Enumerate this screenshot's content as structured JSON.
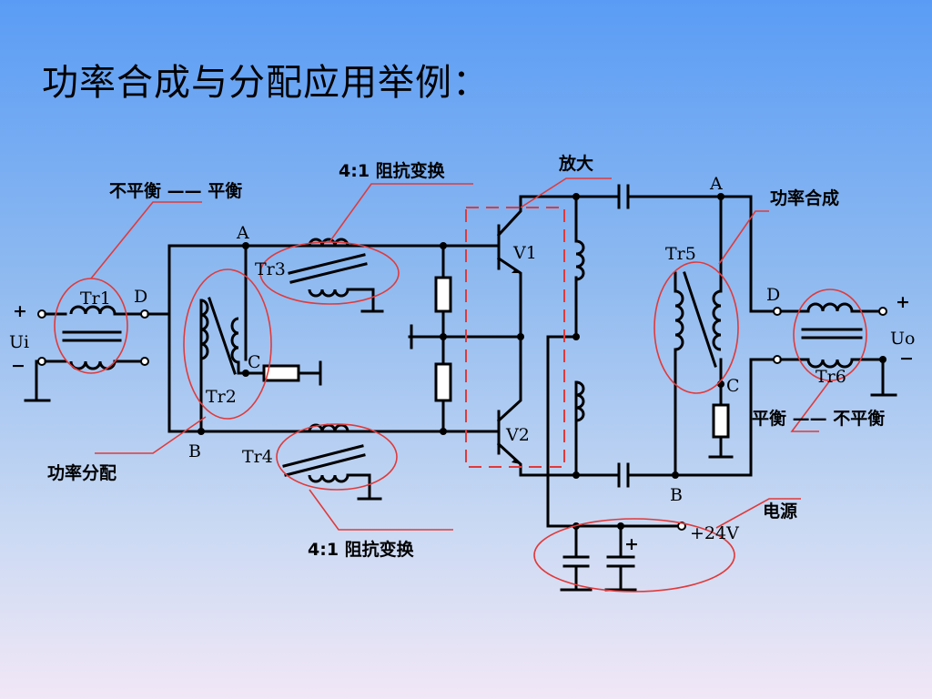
{
  "title": "功率合成与分配应用举例：",
  "annotations": {
    "unbal_to_bal": "不平衡 —— 平衡",
    "imp_top": "4:1 阻抗变换",
    "amplify": "放大",
    "power_combine": "功率合成",
    "power_divide": "功率分配",
    "imp_bottom": "4:1 阻抗变换",
    "bal_to_unbal": "平衡 —— 不平衡",
    "power_supply": "电源"
  },
  "labels": {
    "tr1": "Tr1",
    "tr2": "Tr2",
    "tr3": "Tr3",
    "tr4": "Tr4",
    "tr5": "Tr5",
    "tr6": "Tr6",
    "v1": "V1",
    "v2": "V2",
    "a_left": "A",
    "b_left": "B",
    "c_left": "C",
    "d_left": "D",
    "a_right": "A",
    "b_right": "B",
    "c_right": "C",
    "d_right": "D",
    "ui": "Ui",
    "uo": "Uo",
    "plus_in": "+",
    "minus_in": "−",
    "plus_out": "+",
    "minus_out": "−",
    "cap_plus": "+",
    "vcc": "+24V"
  }
}
